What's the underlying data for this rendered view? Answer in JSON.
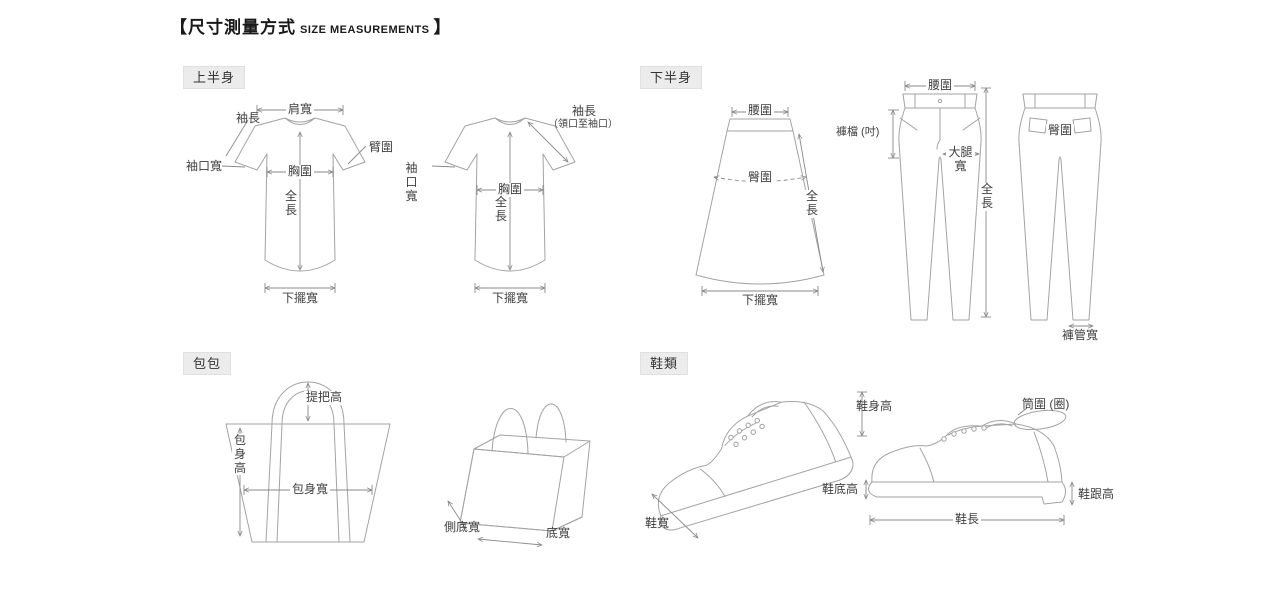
{
  "colors": {
    "outline": "#a3a3a3",
    "dimension": "#8a8a8a",
    "label_text": "#3f3f3f",
    "header_bg": "#ececec"
  },
  "title": {
    "zh": "【尺寸測量方式",
    "en": "SIZE MEASUREMENTS",
    "close": "】"
  },
  "sections": {
    "upper": {
      "header": "上半身",
      "shirt1": {
        "shoulder": "肩寬",
        "sleeve": "袖長",
        "arm": "臂圍",
        "cuff": "袖口寬",
        "chest": "胸圍",
        "length": "全長",
        "hem": "下擺寬"
      },
      "shirt2": {
        "sleeve": "袖長",
        "sleeve_note": "（領口至袖口）",
        "cuff": "袖口寬",
        "chest": "胸圍",
        "length": "全長",
        "hem": "下擺寬"
      }
    },
    "lower": {
      "header": "下半身",
      "skirt": {
        "waist": "腰圍",
        "hip": "臀圍",
        "length": "全長",
        "hem": "下擺寬"
      },
      "pants": {
        "waist": "腰圍",
        "crotch": "褲檔 (吋)",
        "thigh": "大腿寬",
        "length": "全長",
        "hip": "臀圍",
        "leg_opening": "褲管寬"
      }
    },
    "bags": {
      "header": "包包",
      "labels": {
        "handle_height": "提把高",
        "body_height": "包身高",
        "body_width": "包身寬",
        "side_bottom_width": "側底寬",
        "bottom_width": "底寬"
      }
    },
    "shoes": {
      "header": "鞋類",
      "labels": {
        "body_height": "鞋身高",
        "width": "鞋寬",
        "sole_height": "鞋底高",
        "heel_height": "鞋跟高",
        "length": "鞋長",
        "shaft_circumference": "筒圍 (圈)"
      }
    }
  }
}
